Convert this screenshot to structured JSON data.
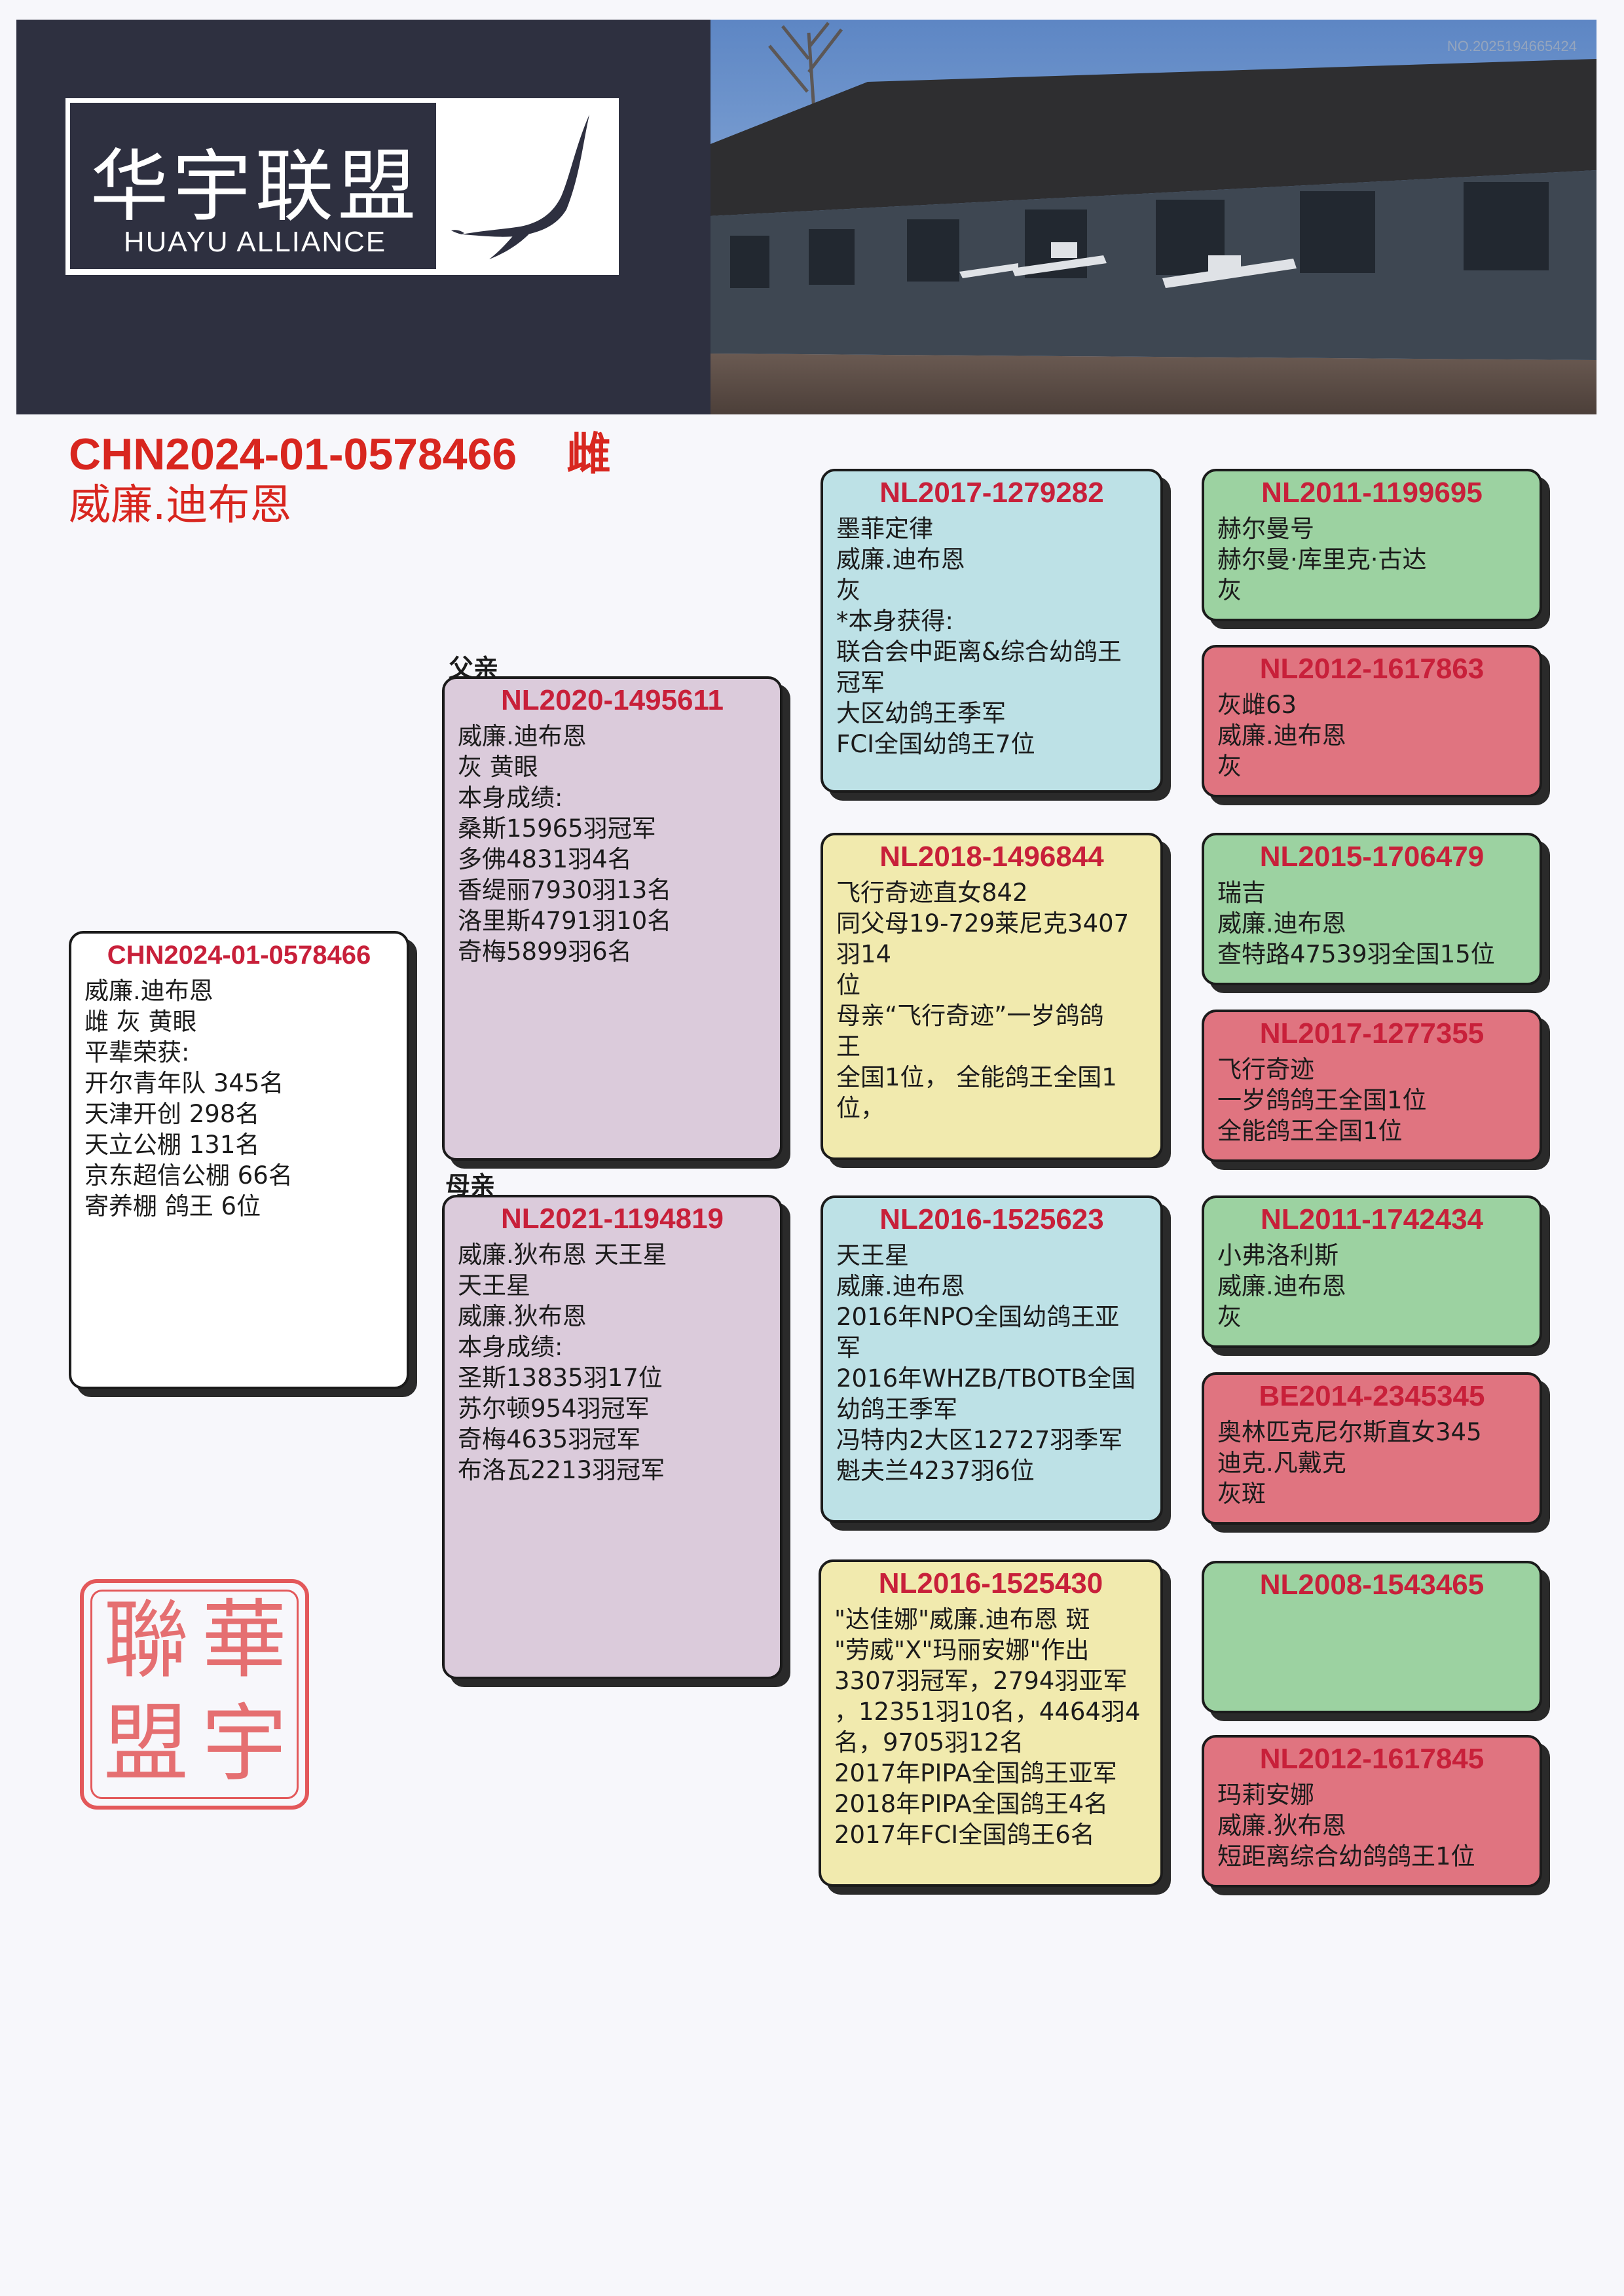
{
  "header": {
    "logo_cn": "华宇联盟",
    "logo_en": "HUAYU ALLIANCE",
    "serial": "NO.2025194665424"
  },
  "title": {
    "ring": "CHN2024-01-0578466    雌",
    "name": "威廉.迪布恩"
  },
  "labels": {
    "father": "父亲",
    "mother": "母亲"
  },
  "subject": {
    "ring": "CHN2024-01-0578466",
    "lines": [
      "威廉.迪布恩",
      "雌   灰   黄眼",
      "平辈荣获:",
      "开尔青年队 345名",
      "天津开创 298名",
      "天立公棚 131名",
      "京东超信公棚 66名",
      "寄养棚 鸽王 6位"
    ]
  },
  "father": {
    "ring": "NL2020-1495611",
    "lines": [
      "威廉.迪布恩",
      "灰 黄眼",
      "本身成绩:",
      "桑斯15965羽冠军",
      "多佛4831羽4名",
      "香缇丽7930羽13名",
      "洛里斯4791羽10名",
      "奇梅5899羽6名"
    ]
  },
  "mother": {
    "ring": "NL2021-1194819",
    "lines": [
      "威廉.狄布恩 天王星",
      "天王星",
      "威廉.狄布恩",
      "本身成绩:",
      "圣斯13835羽17位",
      "苏尔顿954羽冠军",
      "奇梅4635羽冠军",
      "布洛瓦2213羽冠军"
    ]
  },
  "grandparents": [
    {
      "ring": "NL2017-1279282",
      "lines": [
        "墨菲定律",
        "威廉.迪布恩",
        "灰",
        "*本身获得:",
        "联合会中距离&综合幼鸽王",
        "冠军",
        "大区幼鸽王季军",
        "FCI全国幼鸽王7位"
      ]
    },
    {
      "ring": "NL2018-1496844",
      "lines": [
        "飞行奇迹直女842",
        "同父母19-729莱尼克3407",
        "羽14",
        "位",
        "母亲“飞行奇迹”一岁鸽鸽",
        "王",
        "全国1位，  全能鸽王全国1",
        "位，"
      ]
    },
    {
      "ring": "NL2016-1525623",
      "lines": [
        "天王星",
        "威廉.迪布恩",
        "2016年NPO全国幼鸽王亚",
        "军",
        "2016年WHZB/TBOTB全国",
        "幼鸽王季军",
        "冯特内2大区12727羽季军",
        "魁夫兰4237羽6位"
      ]
    },
    {
      "ring": "NL2016-1525430",
      "lines": [
        "\"达佳娜\"威廉.迪布恩 斑",
        "\"劳威\"X\"玛丽安娜\"作出",
        "3307羽冠军，2794羽亚军",
        "，12351羽10名，4464羽4",
        "名，9705羽12名",
        "2017年PIPA全国鸽王亚军",
        "2018年PIPA全国鸽王4名",
        "2017年FCI全国鸽王6名"
      ]
    }
  ],
  "great_grandparents": [
    {
      "ring": "NL2011-1199695",
      "lines": [
        "赫尔曼号",
        "赫尔曼·库里克·古达",
        "灰"
      ]
    },
    {
      "ring": "NL2012-1617863",
      "lines": [
        "灰雌63",
        "威廉.迪布恩",
        "灰"
      ]
    },
    {
      "ring": "NL2015-1706479",
      "lines": [
        "瑞吉",
        "威廉.迪布恩",
        "查特路47539羽全国15位"
      ]
    },
    {
      "ring": "NL2017-1277355",
      "lines": [
        "飞行奇迹",
        "一岁鸽鸽王全国1位",
        "全能鸽王全国1位"
      ]
    },
    {
      "ring": "NL2011-1742434",
      "lines": [
        "小弗洛利斯",
        "威廉.迪布恩",
        "灰"
      ]
    },
    {
      "ring": "BE2014-2345345",
      "lines": [
        "奥林匹克尼尔斯直女345",
        "迪克.凡戴克",
        "灰斑"
      ]
    },
    {
      "ring": "NL2008-1543465",
      "lines": []
    },
    {
      "ring": "NL2012-1617845",
      "lines": [
        "玛莉安娜",
        "威廉.狄布恩",
        "短距离综合幼鸽鸽王1位"
      ]
    }
  ],
  "seal": {
    "chars": [
      "華",
      "宇",
      "聯",
      "盟"
    ]
  },
  "colors": {
    "title_red": "#d8261f",
    "ring_red": "#c8203a",
    "banner_dark": "#2e3040",
    "subject_bg": "#ffffff",
    "parent_bg": "#dbcbdb",
    "gp_blue": "#bde1e6",
    "gp_yellow": "#f1eaae",
    "ggp_green": "#9cd2a1",
    "ggp_red": "#e07480",
    "seal_red": "#e3585a"
  }
}
